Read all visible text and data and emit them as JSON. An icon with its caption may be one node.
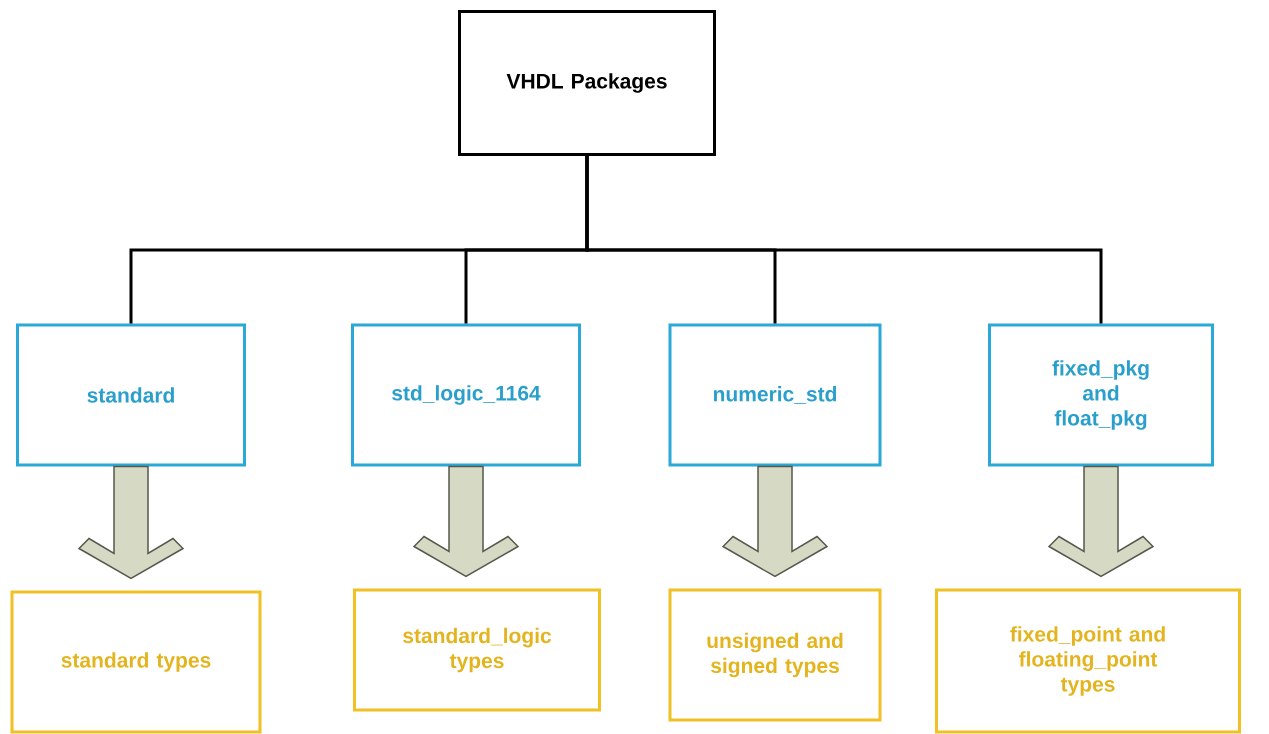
{
  "diagram": {
    "nodes": [
      {
        "text": [
          "VHDL Packages"
        ]
      },
      {
        "text": [
          "standard"
        ]
      },
      {
        "text": [
          "std_logic_1164"
        ]
      },
      {
        "text": [
          "numeric_std"
        ]
      },
      {
        "text": [
          "fixed_pkg and float_pkg"
        ]
      },
      {
        "text": [
          "standard types"
        ]
      },
      {
        "text": [
          "standard_logic types"
        ]
      },
      {
        "text": [
          "unsigned and signed types"
        ]
      },
      {
        "text": [
          "fixed_point and floating_point types"
        ]
      }
    ],
    "edges": [
      {
        "from": 0,
        "to": 1,
        "arrow": "none"
      },
      {
        "from": 0,
        "to": 2,
        "arrow": "none"
      },
      {
        "from": 0,
        "to": 3,
        "arrow": "none"
      },
      {
        "from": 0,
        "to": 4,
        "arrow": "none"
      },
      {
        "from": 1,
        "to": 5,
        "arrow": "to",
        "style": "thick"
      },
      {
        "from": 2,
        "to": 6,
        "arrow": "to",
        "style": "thick"
      },
      {
        "from": 3,
        "to": 7,
        "arrow": "to",
        "style": "thick"
      },
      {
        "from": 4,
        "to": 8,
        "arrow": "to",
        "style": "thick"
      }
    ]
  }
}
